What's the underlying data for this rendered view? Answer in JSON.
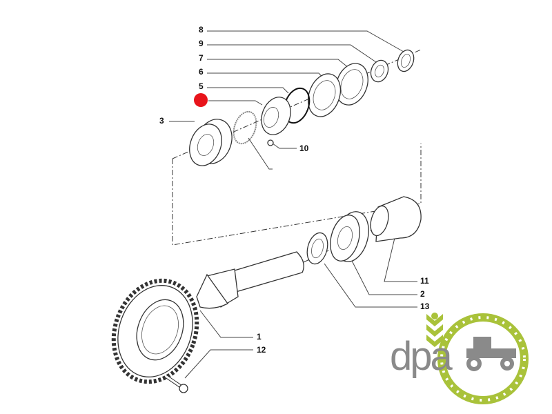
{
  "diagram": {
    "callouts": {
      "c8": "8",
      "c9": "9",
      "c7": "7",
      "c6": "6",
      "c5": "5",
      "c3": "3",
      "c10": "10",
      "c11": "11",
      "c2": "2",
      "c13": "13",
      "c1": "1",
      "c12": "12"
    },
    "highlight_color": "#e8141b"
  },
  "logo": {
    "text": "dpa",
    "colors": {
      "green": "#a9c23a",
      "gray": "#8a8a8a"
    }
  }
}
